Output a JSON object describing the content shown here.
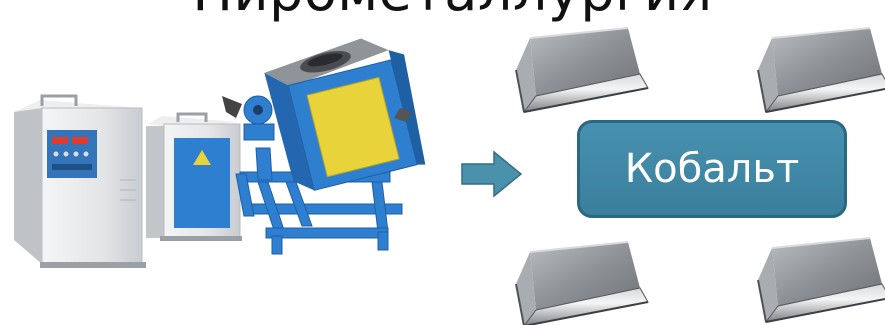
{
  "title": "Пирометаллургия",
  "result_label": "Кобальт",
  "colors": {
    "box_fill": "#3f89a8",
    "box_border": "#2a6781",
    "arrow_fill": "#4a91ac",
    "arrow_border": "#336f88",
    "machine_blue": "#2f7fd1",
    "machine_gray": "#e8eaec",
    "panel_yellow": "#e8d33a",
    "ingot_metal": "#8c8f93"
  },
  "icons": [
    "induction-furnace-illustration",
    "right-arrow-icon",
    "cobalt-ingot-icon"
  ]
}
